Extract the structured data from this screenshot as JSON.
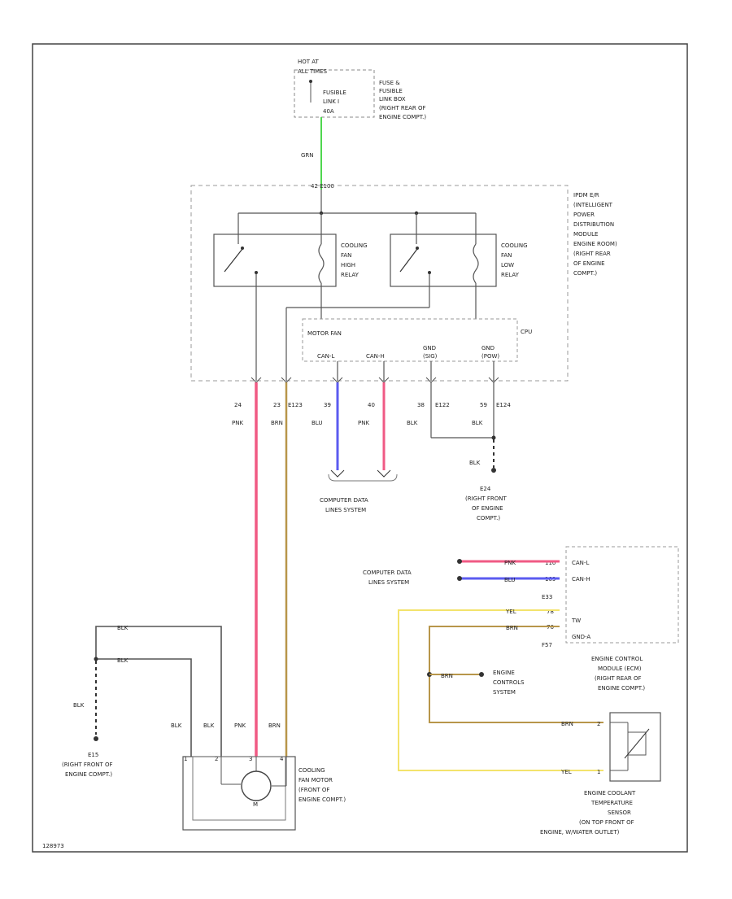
{
  "diagram_id": "128973",
  "battery": {
    "line1": "HOT AT",
    "line2": "ALL TIMES",
    "fuse1": "FUSIBLE",
    "fuse2": "LINK I",
    "fuse3": "40A"
  },
  "fuse_box": [
    "FUSE &",
    "FUSIBLE",
    "LINK BOX",
    "(RIGHT REAR OF",
    "ENGINE COMPT.)"
  ],
  "grn_wire": "GRN",
  "ipdm_conn": "42 E100",
  "ipdm": [
    "IPDM E/R",
    "(INTELLIGENT",
    "POWER",
    "DISTRIBUTION",
    "MODULE",
    "ENGINE ROOM)",
    "(RIGHT REAR",
    "OF ENGINE",
    "COMPT.)"
  ],
  "relay_high": [
    "COOLING",
    "FAN",
    "HIGH",
    "RELAY"
  ],
  "relay_low": [
    "COOLING",
    "FAN",
    "LOW",
    "RELAY"
  ],
  "cpu_label": "CPU",
  "motor_fan": "MOTOR FAN",
  "cpu_pins": {
    "canl": "CAN-L",
    "canh": "CAN-H",
    "gnd1_a": "GND",
    "gnd1_b": "(SIG)",
    "gnd2_a": "GND",
    "gnd2_b": "(POW)"
  },
  "pin_nums": {
    "p24": "24",
    "p23": "23",
    "p39": "39",
    "p40": "40",
    "p38": "38",
    "p59": "59"
  },
  "conn_codes": {
    "c1": "E123",
    "c2": "E122",
    "c3": "E124"
  },
  "wire_colors": {
    "pnk": "PNK",
    "brn": "BRN",
    "blu": "BLU",
    "blk": "BLK",
    "yel": "YEL"
  },
  "cdl_top": [
    "COMPUTER DATA",
    "LINES SYSTEM"
  ],
  "e24": [
    "E24",
    "(RIGHT FRONT",
    "OF ENGINE",
    "COMPT.)"
  ],
  "ecm_pins": {
    "p110": "110",
    "p109": "109",
    "p78": "78",
    "p76": "76"
  },
  "ecm_signals": [
    "CAN-L",
    "CAN-H",
    "TW",
    "GND-A"
  ],
  "ecm_conn": {
    "e": "E33",
    "f": "F57"
  },
  "ecm": [
    "ENGINE CONTROL",
    "MODULE (ECM)",
    "(RIGHT REAR OF",
    "ENGINE COMPT.)"
  ],
  "cdl_right": [
    "COMPUTER DATA",
    "LINES SYSTEM"
  ],
  "engine_controls": [
    "ENGINE",
    "CONTROLS",
    "SYSTEM"
  ],
  "ect_pins": {
    "p1": "1",
    "p2": "2"
  },
  "ect": [
    "ENGINE COOLANT",
    "TEMPERATURE",
    "SENSOR",
    "(ON TOP FRONT OF",
    "ENGINE, W/WATER OUTLET)"
  ],
  "e15": [
    "E15",
    "(RIGHT FRONT OF",
    "ENGINE COMPT.)"
  ],
  "motor_pins": {
    "p1": "1",
    "p2": "2",
    "p3": "3",
    "p4": "4"
  },
  "motor": [
    "COOLING",
    "FAN MOTOR",
    "(FRONT OF",
    "ENGINE COMPT.)"
  ],
  "colors": {
    "pink": "#f05a84",
    "blue": "#5b5bf0",
    "yellow": "#f3e36c",
    "tan": "#b8964a",
    "green": "#4fd64f"
  }
}
